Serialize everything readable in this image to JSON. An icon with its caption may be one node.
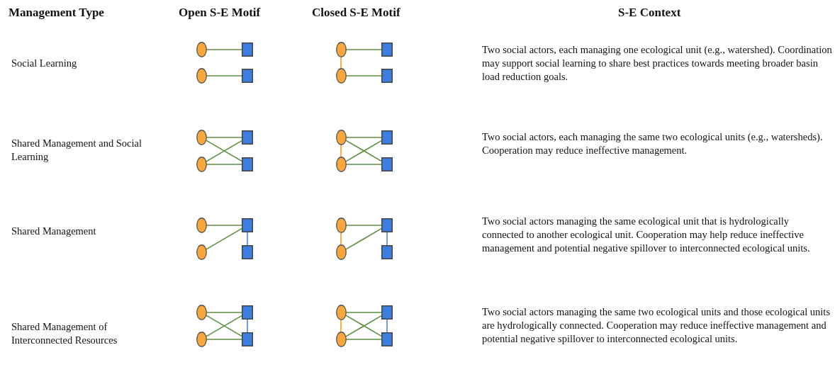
{
  "diagram": {
    "nodes": [
      {
        "text": [],
        "shape": "circle"
      },
      {
        "text": [],
        "shape": "box"
      },
      {
        "text": [],
        "shape": "circle"
      },
      {
        "text": [],
        "shape": "box"
      },
      {
        "text": [],
        "shape": "circle"
      },
      {
        "text": [],
        "shape": "box"
      },
      {
        "text": [],
        "shape": "circle"
      },
      {
        "text": [],
        "shape": "box"
      },
      {
        "text": [],
        "shape": "circle"
      },
      {
        "text": [],
        "shape": "box"
      },
      {
        "text": [],
        "shape": "circle"
      },
      {
        "text": [],
        "shape": "box"
      },
      {
        "text": [],
        "shape": "circle"
      },
      {
        "text": [],
        "shape": "box"
      },
      {
        "text": [],
        "shape": "circle"
      },
      {
        "text": [],
        "shape": "box"
      },
      {
        "text": [],
        "shape": "circle"
      },
      {
        "text": [],
        "shape": "box"
      },
      {
        "text": [],
        "shape": "circle"
      },
      {
        "text": [],
        "shape": "box"
      },
      {
        "text": [],
        "shape": "circle"
      },
      {
        "text": [],
        "shape": "box"
      },
      {
        "text": [],
        "shape": "circle"
      },
      {
        "text": [],
        "shape": "box"
      },
      {
        "text": [],
        "shape": "circle"
      },
      {
        "text": [],
        "shape": "box"
      },
      {
        "text": [],
        "shape": "circle"
      },
      {
        "text": [],
        "shape": "box"
      },
      {
        "text": [],
        "shape": "circle"
      },
      {
        "text": [],
        "shape": "box"
      },
      {
        "text": [],
        "shape": "circle"
      },
      {
        "text": [],
        "shape": "box"
      }
    ],
    "edges": [
      {
        "from": 0,
        "to": 1,
        "arrow": "none"
      },
      {
        "from": 2,
        "to": 3,
        "arrow": "none"
      },
      {
        "from": 4,
        "to": 5,
        "arrow": "none"
      },
      {
        "from": 6,
        "to": 7,
        "arrow": "none"
      },
      {
        "from": 4,
        "to": 6,
        "arrow": "none",
        "color": "#f6b04e"
      },
      {
        "from": 8,
        "to": 9,
        "arrow": "none"
      },
      {
        "from": 8,
        "to": 11,
        "arrow": "none"
      },
      {
        "from": 10,
        "to": 9,
        "arrow": "none"
      },
      {
        "from": 10,
        "to": 11,
        "arrow": "none"
      },
      {
        "from": 12,
        "to": 13,
        "arrow": "none"
      },
      {
        "from": 12,
        "to": 15,
        "arrow": "none"
      },
      {
        "from": 14,
        "to": 13,
        "arrow": "none"
      },
      {
        "from": 14,
        "to": 15,
        "arrow": "none"
      },
      {
        "from": 12,
        "to": 14,
        "arrow": "none",
        "color": "#f6b04e"
      },
      {
        "from": 16,
        "to": 17,
        "arrow": "none"
      },
      {
        "from": 18,
        "to": 17,
        "arrow": "none"
      },
      {
        "from": 17,
        "to": 19,
        "arrow": "none",
        "color": "#6d9eeb"
      },
      {
        "from": 20,
        "to": 21,
        "arrow": "none"
      },
      {
        "from": 22,
        "to": 21,
        "arrow": "none"
      },
      {
        "from": 21,
        "to": 23,
        "arrow": "none",
        "color": "#6d9eeb"
      },
      {
        "from": 20,
        "to": 22,
        "arrow": "none",
        "color": "#f6b04e"
      },
      {
        "from": 24,
        "to": 25,
        "arrow": "none"
      },
      {
        "from": 24,
        "to": 27,
        "arrow": "none"
      },
      {
        "from": 26,
        "to": 25,
        "arrow": "none"
      },
      {
        "from": 26,
        "to": 27,
        "arrow": "none"
      },
      {
        "from": 25,
        "to": 27,
        "arrow": "none",
        "color": "#6d9eeb"
      },
      {
        "from": 28,
        "to": 29,
        "arrow": "none"
      },
      {
        "from": 28,
        "to": 31,
        "arrow": "none"
      },
      {
        "from": 30,
        "to": 29,
        "arrow": "none"
      },
      {
        "from": 30,
        "to": 31,
        "arrow": "none"
      },
      {
        "from": 29,
        "to": 31,
        "arrow": "none",
        "color": "#6d9eeb"
      },
      {
        "from": 28,
        "to": 30,
        "arrow": "none",
        "color": "#f6b04e"
      }
    ],
    "labels": [
      "Management Type",
      "Open S-E Motif",
      "Closed S-E Motif",
      "S-E Context",
      "Social Learning",
      "Two social actors, each managing one ecological unit (e.g., watershed). Coordination may support social learning to share best practices towards meeting broader basin load reduction goals.",
      "Shared Management and Social Learning",
      "Two social actors, each managing the same two ecological units (e.g., watersheds). Cooperation may reduce ineffective management.",
      "Shared Management",
      "Two social actors managing the same ecological unit that is hydrologically connected to another ecological unit. Cooperation may help reduce ineffective management and potential negative spillover to interconnected ecological units.",
      "Shared Management of Interconnected Resources",
      "Two social actors managing the same two ecological units and those ecological units are hydrologically connected. Cooperation may reduce ineffective management and potential negative spillover to interconnected ecological units."
    ]
  }
}
